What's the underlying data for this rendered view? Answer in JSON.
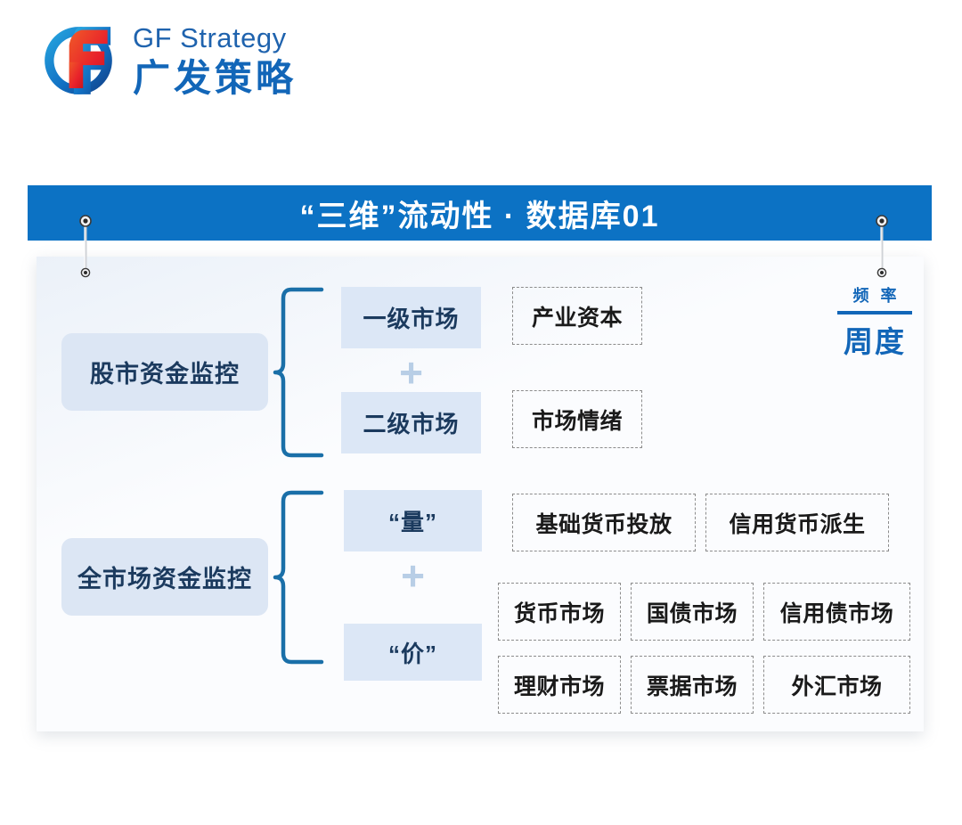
{
  "brand": {
    "logo_icon": "gf-logo-icon",
    "name_en": "GF Strategy",
    "name_cn": "广发策略",
    "color_en": "#1F63AE",
    "color_cn": "#1266B8"
  },
  "banner": {
    "title": "“三维”流动性 · 数据库01",
    "background": "#0C72C4",
    "text_color": "#FFFFFF"
  },
  "pins": {
    "left": "pin-icon",
    "right": "pin-icon"
  },
  "frequency": {
    "label": "频 率",
    "value": "周度",
    "color": "#1266B8"
  },
  "diagram": {
    "colors": {
      "group_fill": "#DCE6F4",
      "sub_fill": "#DCE7F6",
      "text_dark": "#1B3A5E",
      "brace": "#1A6FA8",
      "plus": "#B8CEE6",
      "dashed_border": "#8C8C8C"
    },
    "groups": [
      {
        "id": "stock-market-funds",
        "label": "股市资金监控",
        "operator": "+",
        "branches": [
          {
            "label": "一级市场",
            "leaves": [
              "产业资本"
            ]
          },
          {
            "label": "二级市场",
            "leaves": [
              "市场情绪"
            ]
          }
        ]
      },
      {
        "id": "whole-market-funds",
        "label": "全市场资金监控",
        "operator": "+",
        "branches": [
          {
            "label": "“量”",
            "leaves": [
              "基础货币投放",
              "信用货币派生"
            ]
          },
          {
            "label": "“价”",
            "leaves": [
              "货币市场",
              "国债市场",
              "信用债市场",
              "理财市场",
              "票据市场",
              "外汇市场"
            ]
          }
        ]
      }
    ]
  }
}
